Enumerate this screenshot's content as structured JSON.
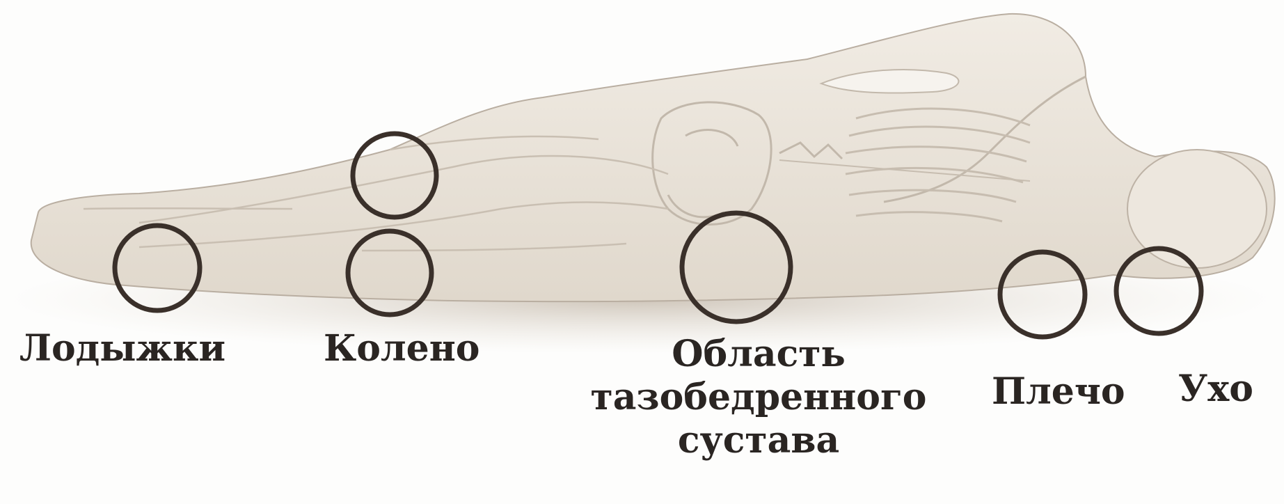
{
  "labels": {
    "ankles": "Лодыжки",
    "knee": "Колено",
    "hip_line1": "Область",
    "hip_line2": "тазобедренного",
    "hip_line3": "сустава",
    "shoulder": "Плечо",
    "ear": "Ухо"
  },
  "colors": {
    "text": "#2a2522",
    "circle": "#3a302a",
    "body_fill": "#ece6dd",
    "body_outline": "#b9aea1",
    "shadow": "#cfc6ba"
  }
}
